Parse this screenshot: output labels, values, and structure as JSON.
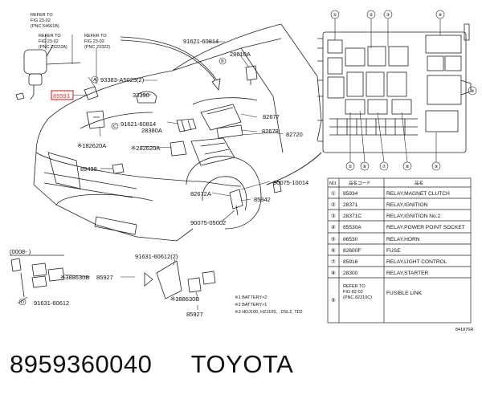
{
  "caption": {
    "part_number": "8959360040",
    "brand": "TOYOTA"
  },
  "callouts": {
    "refer_left_1": [
      "REFER TO",
      "FIG 23-02",
      "(PNC 54661B)"
    ],
    "refer_left_2": [
      "REFER TO",
      "FIG 23-02",
      "(PNC 23222A)"
    ],
    "refer_left_3": [
      "REFER TO",
      "FIG 23-02",
      "(PNC 23322)"
    ],
    "p89593": "89593",
    "p93383": "93383-A5025(2)",
    "p91621a": "91621-60814",
    "p28610a": "28610A",
    "p33390": "33390",
    "p91621b": "91621-60814",
    "p28380a": "28380A",
    "p182620a": "※182620A",
    "p282620a": "※282620A",
    "p89438": "89438",
    "p82677": "82677",
    "p82678": "82678",
    "p82720": "82720",
    "p90075a": "90075-10014",
    "p82672a": "82672A",
    "p85942": "85942",
    "p90075b": "90075-05002",
    "p0008": "(0008-  )",
    "p388630b_l": "※388630B",
    "p85927_l": "85927",
    "p91631a": "91631-60612",
    "p91631b": "91631-60612(2)",
    "p388630b_r": "※388630B",
    "p85927_r": "85927",
    "circle_a": "A",
    "circle_b": "B",
    "circle_c": "C",
    "circle_d": "D"
  },
  "notes": [
    "※1 BATTERY×2",
    "※2 BATTERY×1",
    "※3 HDJ100, HZJ105, , DSL2, TD2"
  ],
  "figure_code": "841876R",
  "relay_box": {
    "numbers": [
      "①",
      "②",
      "③",
      "④",
      "⑤",
      "⑥",
      "⑦",
      "⑧",
      "⑨"
    ]
  },
  "legend": {
    "headers": [
      "NO.",
      "品名コード",
      "品名"
    ],
    "rows": [
      {
        "no": "①",
        "code": "85934",
        "name": "RELAY,MAGNET CLUTCH"
      },
      {
        "no": "②",
        "code": "28371",
        "name": "RELAY,IGNITION"
      },
      {
        "no": "③",
        "code": "28371C",
        "name": "RELAY,IGNITION No.2"
      },
      {
        "no": "④",
        "code": "85530A",
        "name": "RELAY,POWER POINT SOCKET"
      },
      {
        "no": "⑤",
        "code": "86530",
        "name": "RELAY,HORN"
      },
      {
        "no": "⑥",
        "code": "82600F",
        "name": "FUSE"
      },
      {
        "no": "⑦",
        "code": "85916",
        "name": "RELAY,LIGHT CONTROL"
      },
      {
        "no": "⑧",
        "code": "28300",
        "name": "RELAY,STARTER"
      },
      {
        "no": "⑨",
        "code": "",
        "name": "FUSIBLE LINK",
        "refer": [
          "REFER TO",
          "FIG 82-02",
          "(PNC 82210C)"
        ]
      }
    ]
  }
}
